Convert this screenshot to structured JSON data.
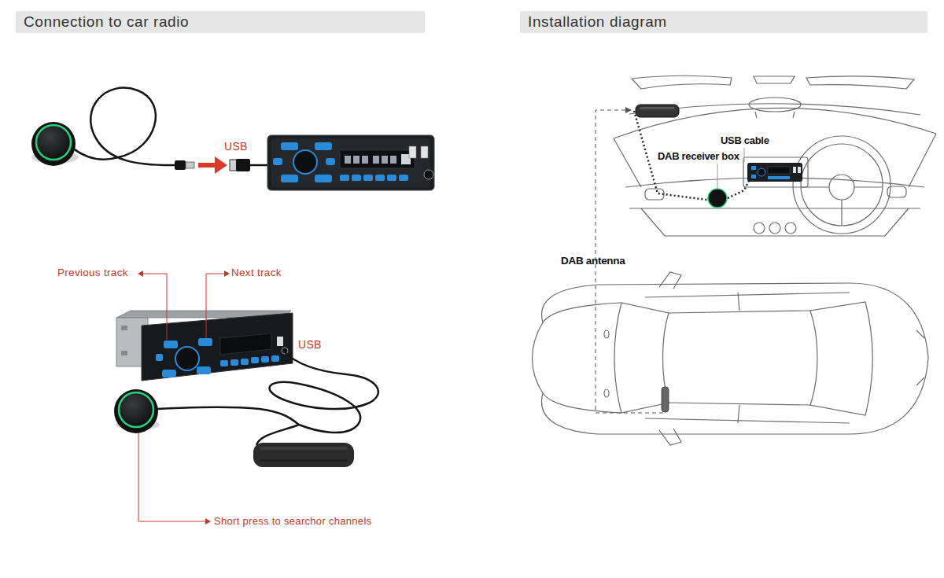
{
  "diagram": {
    "nodes": [
      {
        "text": [
          "Connection to car radio"
        ]
      },
      {
        "text": [
          "Installation diagram"
        ]
      }
    ],
    "labels": [
      "USB",
      "Previous track",
      "Next track",
      "USB",
      "Short press to searchor channels",
      "USB cable",
      "DAB receiver box",
      "DAB antenna"
    ]
  }
}
